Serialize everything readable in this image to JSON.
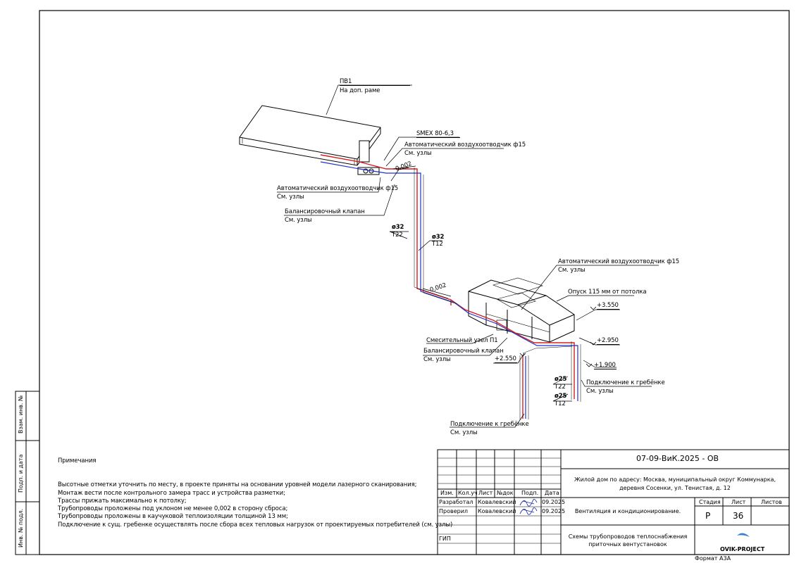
{
  "drawing": {
    "unit_label": {
      "title": "ПВ1",
      "sub": "На доп. раме"
    },
    "callouts": {
      "smex": "SMEX  80-6,3",
      "air_vent_1": "Автоматический воздухоотводчик ф15",
      "air_vent_1_sub": "См. узлы",
      "air_vent_2": "Автоматический воздухоотводчик ф15",
      "air_vent_2_sub": "См. узлы",
      "balancing_1": "Балансировочный клапан",
      "balancing_1_sub": "См. узлы",
      "air_vent_3": "Автоматический воздухоотводчик ф15",
      "air_vent_3_sub": "См. узлы",
      "drop": "Опуск 115 мм от потолка",
      "mixing": "Смесительный узел П1",
      "balancing_2": "Балансировочный клапан",
      "balancing_2_sub": "См. узлы",
      "manifold_1": "Подключение к гребёнке",
      "manifold_1_sub": "См. узлы",
      "manifold_2": "Подключение к гребёнке",
      "manifold_2_sub": "См. узлы"
    },
    "slopes": {
      "s1": "0,002",
      "s2": "0,002"
    },
    "pipes": {
      "p1_d": "ø32",
      "p1_t": "T22",
      "p2_d": "ø32",
      "p2_t": "T12",
      "p3_d": "ø25",
      "p3_t": "T22",
      "p4_d": "ø25",
      "p4_t": "T12"
    },
    "levels": {
      "l1": "+3.550",
      "l2": "+2.950",
      "l3": "+2.550",
      "l4": "+1.900"
    }
  },
  "notes": {
    "title": "Примечания",
    "lines": [
      "Высотные отметки уточнить по месту, в проекте приняты на основании уровней модели лазерного сканирования;",
      "Монтаж вести после контрольного замера трасс и устройства разметки;",
      "Трассы прижать максимально к потолку;",
      "Трубопроводы проложены под уклоном не менее 0,002 в сторону сброса;",
      "Трубопроводы проложены в каучуковой теплоизоляции толщиной 13 мм;",
      "Подключение к сущ. гребенке осуществлять после сбора всех тепловых нагрузок от проектируемых потребителей (см. узлы)"
    ]
  },
  "side_stamps": {
    "s1": "Взам. инв. №",
    "s2": "Подп. и дата",
    "s3": "Инв. № подл."
  },
  "title_block": {
    "code": "07-09-ВиК.2025 - ОВ",
    "object": "Жилой дом по адресу:  Москва, муниципальный округ Коммунарка, деревня Сосенки, ул. Тенистая, д. 12",
    "section": "Вентиляция и кондиционирование.",
    "sheet_title": "Схемы трубопроводов теплоснабжения приточных вентустановок",
    "headers": {
      "izm": "Изм.",
      "kol": "Кол.уч",
      "list": "Лист",
      "ndok": "№док.",
      "podp": "Подп.",
      "data": "Дата"
    },
    "roles": {
      "dev": "Разработал",
      "chk": "Проверил",
      "gip": "ГИП"
    },
    "people": {
      "dev": "Ковалевский",
      "chk": "Ковалевский"
    },
    "dates": {
      "dev": "09.2025",
      "chk": "09.2025"
    },
    "stage_headers": {
      "stage": "Стадия",
      "sheet": "Лист",
      "sheets": "Листов"
    },
    "stage": "Р",
    "sheet_no": "36",
    "sheets_total": "",
    "company": "OVIK-PROJECT",
    "format": "Формат А3А"
  }
}
